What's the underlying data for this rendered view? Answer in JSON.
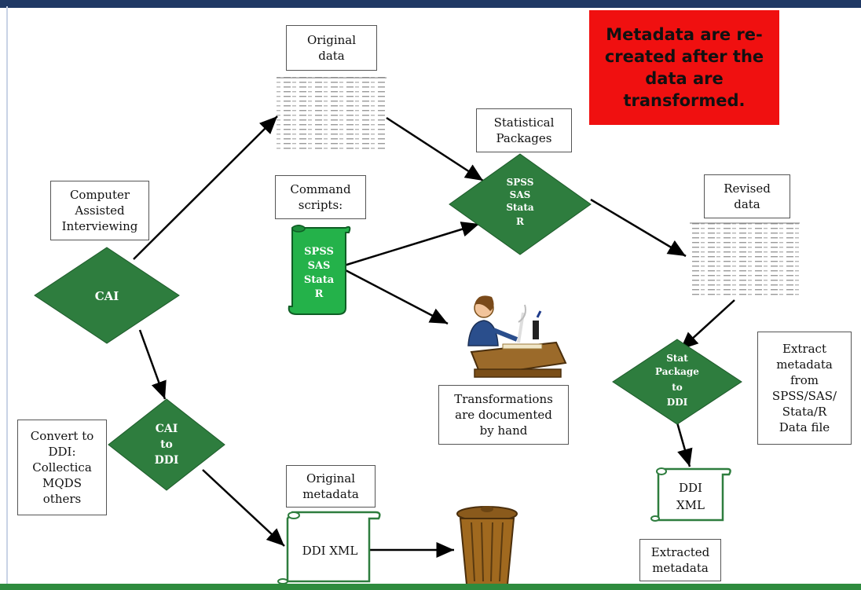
{
  "header": {
    "title": "Figure: Data and metadata processing pipeline"
  },
  "callout": {
    "lines": [
      "Metadata are re-",
      "created after the",
      "data are",
      "transformed."
    ]
  },
  "boxes": {
    "original_data": [
      "Original",
      "data"
    ],
    "statistical_packages": [
      "Statistical",
      "Packages"
    ],
    "revised_data": [
      "Revised",
      "data"
    ],
    "command_scripts": [
      "Command",
      "scripts:"
    ],
    "computer_assisted": [
      "Computer",
      "Assisted",
      "Interviewing"
    ],
    "extract_metadata": [
      "Extract",
      "metadata",
      "from",
      "SPSS/SAS/",
      "Stata/R",
      "Data file"
    ],
    "transformations": [
      "Transformations",
      "are documented",
      "by hand"
    ],
    "convert_to_ddi": [
      "Convert to",
      "DDI:",
      "Collectica",
      "MQDS",
      "others"
    ],
    "original_metadata": [
      "Original",
      "metadata"
    ],
    "extracted_metadata": [
      "Extracted",
      "metadata"
    ]
  },
  "diamonds": {
    "cai": [
      "CAI"
    ],
    "stat_packages": [
      "SPSS",
      "SAS",
      "Stata",
      "R"
    ],
    "cai_to_ddi": [
      "CAI",
      "to",
      "DDI"
    ],
    "stat_package_to_ddi": [
      "Stat",
      "Package",
      "to",
      "DDI"
    ]
  },
  "scrolls": {
    "scripts": [
      "SPSS",
      "SAS",
      "Stata",
      "R"
    ],
    "ddi_xml_right": [
      "DDI",
      "XML"
    ],
    "ddi_xml_bottom": [
      "DDI XML"
    ]
  },
  "colors": {
    "diamond": "#2e7d3e",
    "scroll_green": "#24b24a",
    "callout": "#f01010",
    "bar_top": "#1f3864",
    "bar_bottom": "#2e8b3e"
  },
  "icons": {
    "scribe": "person-writing-icon",
    "trash": "trash-can-icon",
    "spreadsheet": "data-table-icon"
  }
}
